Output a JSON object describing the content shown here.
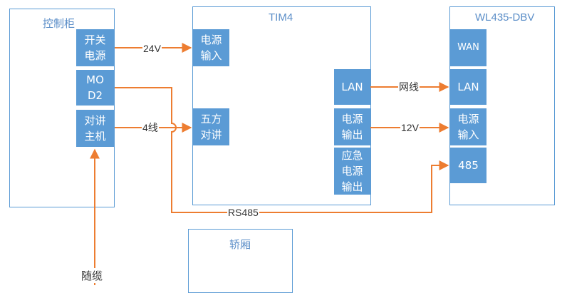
{
  "colors": {
    "frame": "#5b9bd5",
    "port": "#5b9bd5",
    "wire": "#ed7d31",
    "text": "#333333"
  },
  "cabinet": {
    "title": "控制柜",
    "ports": {
      "power_switch": "开关\n电源",
      "mod2": "MO\nD2",
      "intercom_host": "对讲\n主机"
    }
  },
  "tim4": {
    "title": "TIM4",
    "ports": {
      "power_in": "电源\n输入",
      "five_way": "五方\n对讲",
      "lan": "LAN",
      "power_out": "电源\n输出",
      "emergency_power_out": "应急\n电源\n输出"
    }
  },
  "wl435": {
    "title": "WL435-DBV",
    "ports": {
      "wan": "WAN",
      "lan": "LAN",
      "power_in": "电源\n输入",
      "rs485": "485"
    }
  },
  "car": {
    "title": "轿厢"
  },
  "wires": {
    "v24": "24V",
    "four_wire": "4线",
    "network_cable": "网线",
    "v12": "12V",
    "rs485": "RS485"
  },
  "travel_cable": "随缆",
  "icons": {
    "arrowhead": "arrowhead-icon",
    "wire_hop": "wire-crossing-hop-icon"
  }
}
